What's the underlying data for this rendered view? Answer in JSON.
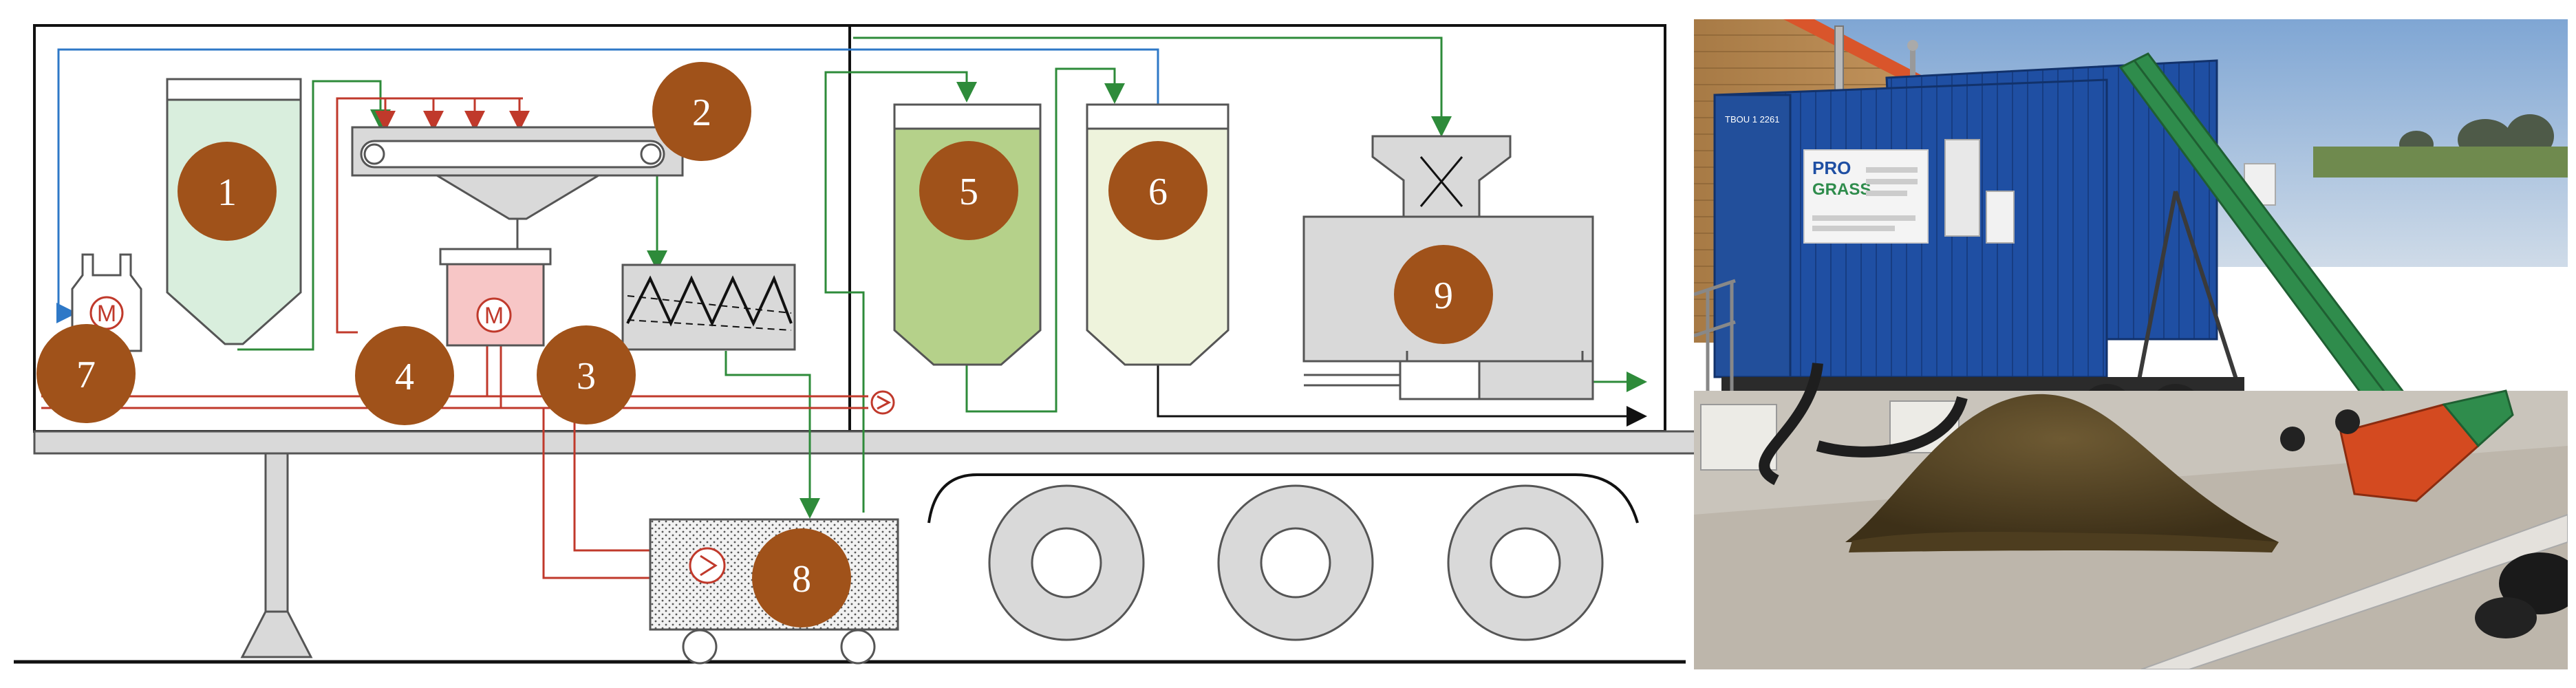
{
  "diagram": {
    "units": [
      {
        "label": "1"
      },
      {
        "label": "2"
      },
      {
        "label": "3"
      },
      {
        "label": "4"
      },
      {
        "label": "5"
      },
      {
        "label": "6"
      },
      {
        "label": "7"
      },
      {
        "label": "8"
      },
      {
        "label": "9"
      }
    ],
    "motor_symbol": "M",
    "colors": {
      "badge": "#a0521a",
      "blue_line": "#2e78c7",
      "green_line": "#2e8b3a",
      "red_line": "#c0392b",
      "tank_1": "#d9eedd",
      "tank_5": "#b5d18a",
      "tank_6": "#eef3dc",
      "box_4": "#f7c6c6",
      "steel": "#d9d9d9"
    }
  },
  "photo": {
    "logo": {
      "line1": "PRO",
      "line2": "GRASS"
    },
    "container_marking": "TBOU 1 2261",
    "colors": {
      "container": "#1f4fa3",
      "sky": "#9cb9d8",
      "barn": "#b88a52",
      "roof": "#d9552b",
      "conveyor": "#2f8c4c",
      "ground": "#c9c4bb",
      "grass": "#5b4a2a"
    }
  }
}
